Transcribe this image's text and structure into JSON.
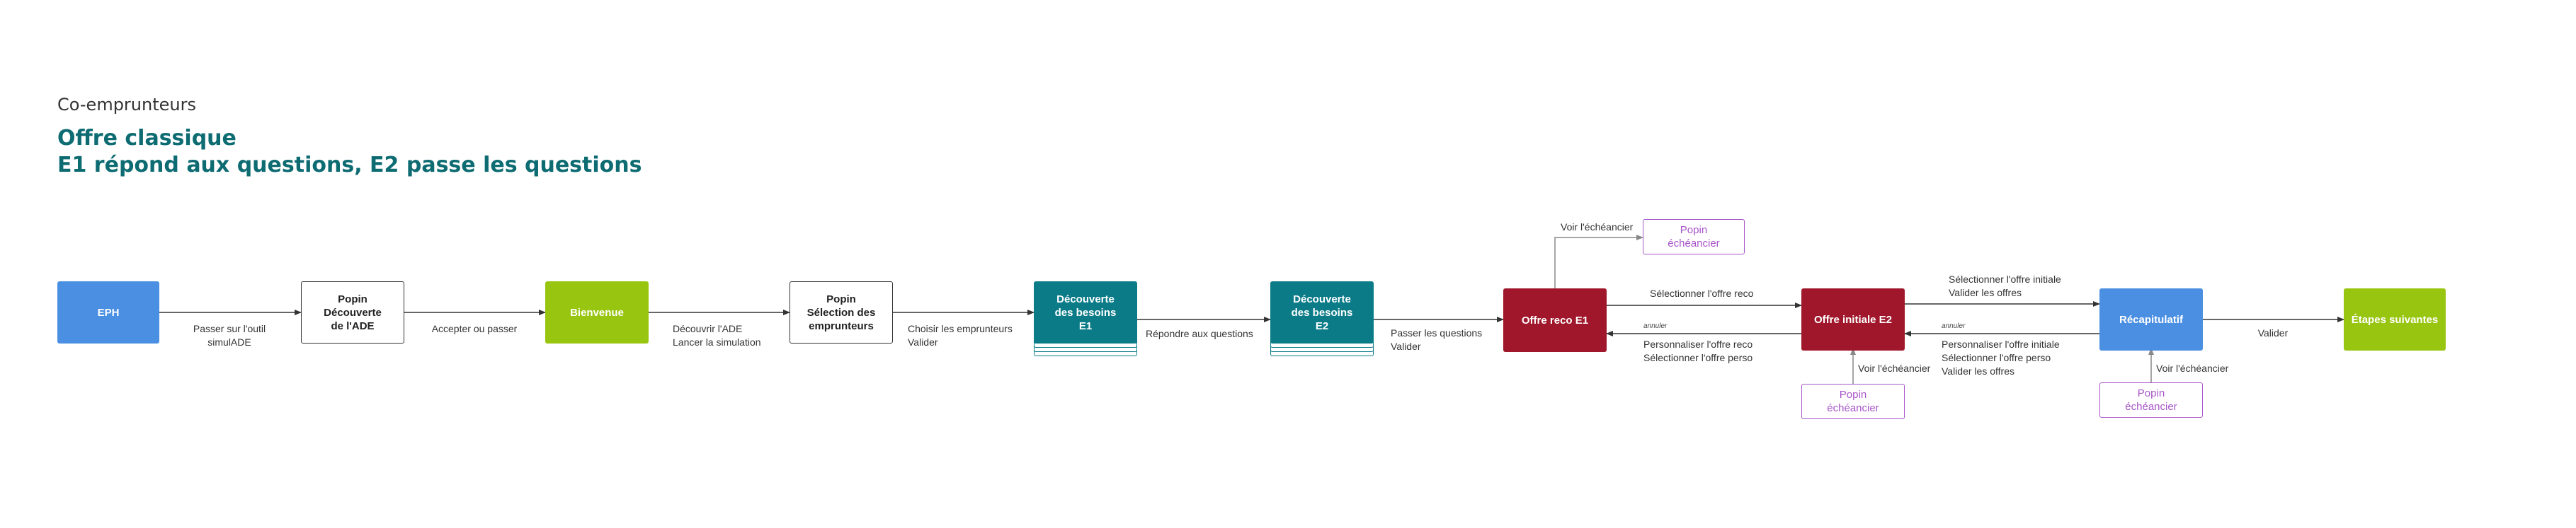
{
  "header": {
    "subtitle": "Co-emprunteurs",
    "title_line1": "Offre classique",
    "title_line2": "E1 répond aux questions, E2 passe les questions"
  },
  "colors": {
    "title": "#0d6b72",
    "blue": "#4b8fe2",
    "green": "#98c510",
    "teal": "#0b7b88",
    "red": "#a0172b",
    "popin_purple": "#a855c9"
  },
  "nodes": {
    "eph": "EPH",
    "popin_ade": "Popin\nDécouverte\nde l'ADE",
    "bienvenue": "Bienvenue",
    "popin_selection": "Popin\nSélection des\nemprunteurs",
    "decouverte_e1": "Découverte\ndes besoins\nE1",
    "decouverte_e2": "Découverte\ndes besoins\nE2",
    "offre_reco_e1": "Offre reco E1",
    "offre_initiale_e2": "Offre initiale E2",
    "recapitulatif": "Récapitulatif",
    "etapes_suivantes": "Étapes suivantes",
    "popin_echeancier_top": "Popin\néchéancier",
    "popin_echeancier_mid": "Popin\néchéancier",
    "popin_echeancier_right": "Popin\néchéancier"
  },
  "edges": {
    "passer_outil": "Passer sur l'outil\nsimulADE",
    "accepter_passer": "Accepter ou passer",
    "decouvrir_ade": "Découvrir l'ADE\nLancer la simulation",
    "choisir_emprunteurs": "Choisir les emprunteurs\nValider",
    "repondre_questions": "Répondre aux questions",
    "passer_questions": "Passer les questions\nValider",
    "voir_echeancier_top": "Voir l'échéancier",
    "selectionner_reco": "Sélectionner l'offre reco",
    "annuler_left": "annuler",
    "personnaliser_reco": "Personnaliser l'offre reco\nSélectionner l'offre perso",
    "voir_echeancier_mid": "Voir l'échéancier",
    "selectionner_initiale": "Sélectionner l'offre initiale\nValider les offres",
    "annuler_right": "annuler",
    "personnaliser_initiale": "Personnaliser l'offre initiale\nSélectionner l'offre perso\nValider les offres",
    "voir_echeancier_right": "Voir l'échéancier",
    "valider": "Valider"
  }
}
